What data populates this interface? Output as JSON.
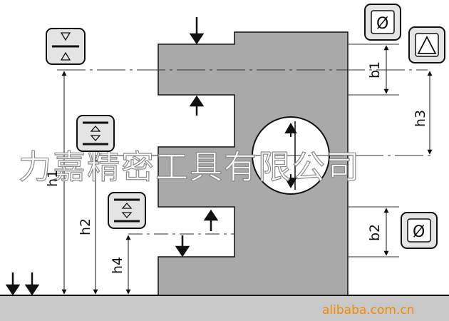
{
  "diagram": {
    "labels": {
      "h1": "h1",
      "h2": "h2",
      "h3": "h3",
      "h4": "h4",
      "b1": "b1",
      "b2": "b2"
    },
    "symbols": {
      "diameter_top": "Ø",
      "diameter_bottom": "Ø",
      "triangle": "triangle-icon"
    },
    "watermark": "力嘉精密工具有限公司",
    "brand": "alibaba.com.cn",
    "colors": {
      "part_fill": "#a9a9a9",
      "base_fill": "#c8c8c8",
      "box_fill": "#e4e4e4",
      "brand": "#f28c00"
    }
  }
}
